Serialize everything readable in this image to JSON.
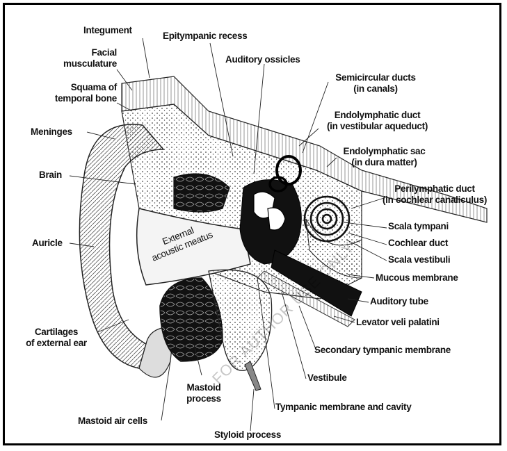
{
  "labels": {
    "integument": "Integument",
    "facial_musculature": "Facial\nmusculature",
    "squama": "Squama of\ntemporal bone",
    "meninges": "Meninges",
    "brain": "Brain",
    "auricle": "Auricle",
    "cartilages": "Cartilages\nof external ear",
    "mastoid_air_cells": "Mastoid air cells",
    "mastoid_process": "Mastoid\nprocess",
    "styloid_process": "Styloid process",
    "epitympanic_recess": "Epitympanic recess",
    "auditory_ossicles": "Auditory ossicles",
    "semicircular_ducts": "Semicircular ducts\n(in canals)",
    "endolymphatic_duct": "Endolymphatic duct\n(in vestibular aqueduct)",
    "endolymphatic_sac": "Endolymphatic sac\n(in dura matter)",
    "perilymphatic_duct": "Perilymphatic duct\n(in cochlear canaliculus)",
    "scala_tympani": "Scala tympani",
    "cochlear_duct": "Cochlear duct",
    "scala_vestibuli": "Scala vestibuli",
    "mucous_membrane": "Mucous membrane",
    "auditory_tube": "Auditory tube",
    "levator_veli_palatini": "Levator veli palatini",
    "secondary_tympanic_membrane": "Secondary tympanic membrane",
    "vestibule": "Vestibule",
    "tympanic_membrane_cavity": "Tympanic membrane and cavity",
    "external_acoustic_meatus": "External\nacoustic meatus"
  },
  "watermark": "FOR AUTHOR USE ONLY"
}
